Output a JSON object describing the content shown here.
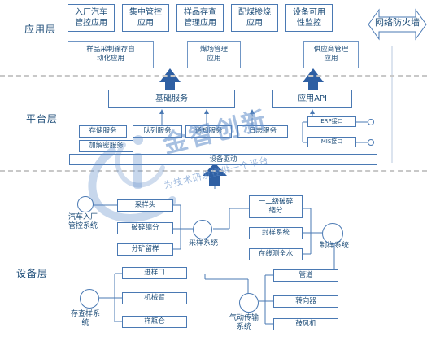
{
  "layers": {
    "application": "应用层",
    "platform": "平台层",
    "device": "设备层"
  },
  "application": {
    "top_apps": [
      "入厂汽车\n管控应用",
      "集中管控\n应用",
      "样品存查\n管理应用",
      "配煤掺烧\n应用",
      "设备可用\n性监控"
    ],
    "sub_apps": [
      "样品采制输存自\n动化应用",
      "煤场管理\n应用",
      "供应商管理\n应用"
    ],
    "firewall": "网络防火墙"
  },
  "platform": {
    "base_services": "基础服务",
    "app_api": "应用API",
    "services": [
      "存储服务",
      "队列服务",
      "通知服务",
      "日志服务"
    ],
    "encrypt_service": "加解密服务",
    "device_driver": "设备驱动",
    "erp_interface": "ERP接口",
    "mis_interface": "MIS接口"
  },
  "device": {
    "car_system": "汽车入厂\n管控系统",
    "sampling_head": "采样头",
    "crush_divide": "破碎缩分",
    "split_retain": "分矿留样",
    "sampling_system": "采样系统",
    "secondary_crush": "一二级破碎\n缩分",
    "sealed_sample": "封样系统",
    "online_water": "在线测全水",
    "sample_prep_system": "制样系统",
    "pipeline": "管道",
    "diverter": "转向器",
    "blower": "鼓风机",
    "pneumatic_system": "气动传输\n系统",
    "inlet": "进样口",
    "robot_arm": "机械臂",
    "sample_bin": "样瓶仓",
    "storage_system": "存查样系\n统"
  },
  "watermark": {
    "title": "金智创新",
    "slogan": "为技术研发提供一个平台"
  },
  "colors": {
    "border": "#4a79b3",
    "text": "#1f4e79",
    "arrow_fill": "#2e5fa3",
    "divider": "#c8c8c8"
  }
}
